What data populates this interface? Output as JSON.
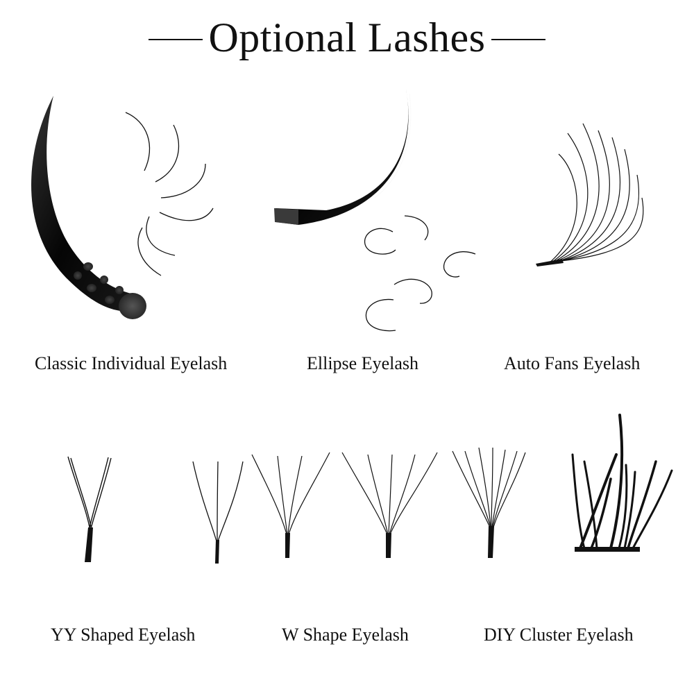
{
  "header": {
    "title": "Optional Lashes"
  },
  "products": [
    {
      "label": "Classic Individual Eyelash",
      "icon": "classic-individual-lash-icon"
    },
    {
      "label": "Ellipse Eyelash",
      "icon": "ellipse-lash-icon"
    },
    {
      "label": "Auto Fans Eyelash",
      "icon": "auto-fans-lash-icon"
    },
    {
      "label": "YY Shaped Eyelash",
      "icon": "yy-shaped-lash-icon"
    },
    {
      "label": "W Shape Eyelash",
      "icon": "w-shape-lash-icon"
    },
    {
      "label": "DIY Cluster Eyelash",
      "icon": "diy-cluster-lash-icon"
    }
  ],
  "colors": {
    "lash": "#111111",
    "text": "#111111",
    "background": "#ffffff"
  }
}
